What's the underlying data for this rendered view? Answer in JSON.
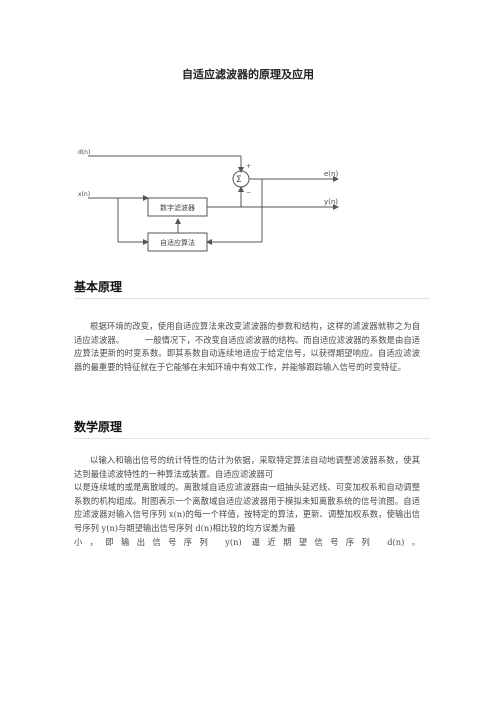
{
  "title": "自适应滤波器的原理及应用",
  "figure": {
    "input_d": "d(n)",
    "input_x": "x(n)",
    "output_e": "e(n)",
    "output_y": "y(n)",
    "sum_symbol": "Σ",
    "plus_sign": "+",
    "minus_sign": "−",
    "digital_filter_label": "数字滤波器",
    "adaptive_algorithm_label": "自适应算法"
  },
  "section1": {
    "heading": "基本原理",
    "paragraph": "根据环境的改变，使用自适应算法来改变滤波器的参数和结构，这样的滤波器就称之为自适应滤波器。　　　一般情况下，不改变自适应滤波器的结构。而自适应滤波器的系数是由自适应算法更新的时变系数。即其系数自动连续地适应于给定信号，以获得期望响应。自适应滤波器的最重要的特征就在于它能够在未知环境中有效工作，并能够跟踪输入信号的时变特征。"
  },
  "section2": {
    "heading": "数学原理",
    "para_first": "以输入和输出信号的统计特性的估计为依据，采取特定算法自动地调整滤波器系数，使其达到最佳滤波特性的一种算法或装置。自适应滤波器可",
    "para_body": "以是连续域的或是离散域的。离散域自适应滤波器由一组抽头延迟线、可变加权系和自动调整系数的机构组成。附图表示一个离散域自适应滤波器用于模拟未知离散系统的信号流图。自适应滤波器对输入信号序列 x(n)的每一个样值，按特定的算法，更新、调整加权系数，使输出信号序列 y(n)与期望输出信号序列 d(n)相比较的均方误差为最",
    "para_last": "小，即输出信号序列 y(n) 逼近期望信号序列 d(n)。"
  }
}
